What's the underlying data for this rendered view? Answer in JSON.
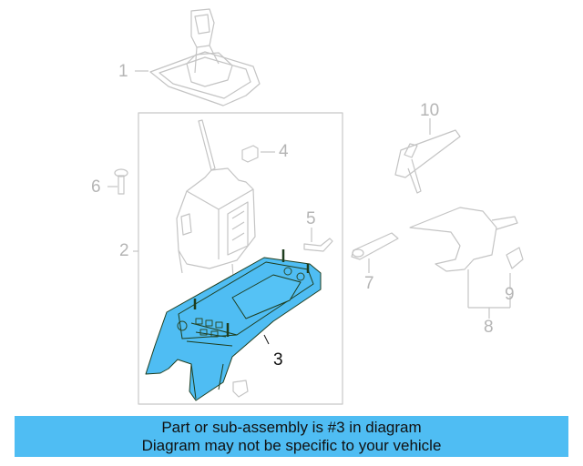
{
  "diagram": {
    "highlighted_part": "3",
    "highlight_color": "#4fbdf3",
    "callouts": [
      {
        "id": "1",
        "label": "1"
      },
      {
        "id": "2",
        "label": "2"
      },
      {
        "id": "3",
        "label": "3"
      },
      {
        "id": "4",
        "label": "4"
      },
      {
        "id": "5",
        "label": "5"
      },
      {
        "id": "6",
        "label": "6"
      },
      {
        "id": "7",
        "label": "7"
      },
      {
        "id": "8",
        "label": "8"
      },
      {
        "id": "9",
        "label": "9"
      },
      {
        "id": "10",
        "label": "10"
      }
    ]
  },
  "banner": {
    "line1": "Part or sub-assembly is #3 in diagram",
    "line2": "Diagram may not be specific to your vehicle",
    "background": "#4fbdf3"
  }
}
